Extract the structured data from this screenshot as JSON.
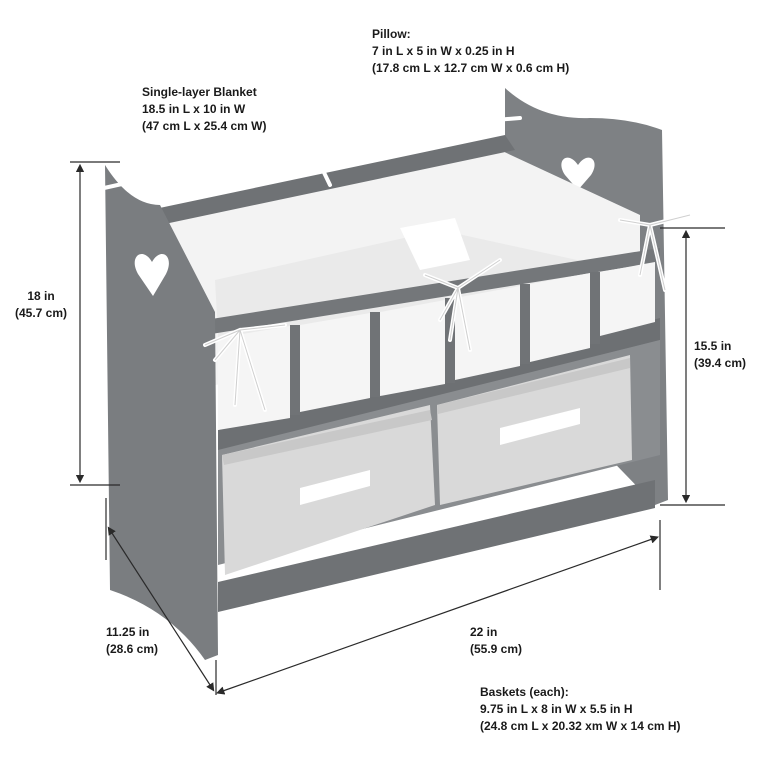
{
  "pillow": {
    "title": "Pillow:",
    "imperial": "7 in L x 5 in W x 0.25 in H",
    "metric": "(17.8 cm L x 12.7 cm W x 0.6 cm H)"
  },
  "blanket": {
    "title": "Single-layer Blanket",
    "imperial": "18.5 in L x 10 in W",
    "metric": "(47 cm L x 25.4 cm W)"
  },
  "height_total": {
    "imperial": "18 in",
    "metric": "(45.7 cm)"
  },
  "height_inner": {
    "imperial": "15.5 in",
    "metric": "(39.4 cm)"
  },
  "depth": {
    "imperial": "11.25 in",
    "metric": "(28.6 cm)"
  },
  "width": {
    "imperial": "22 in",
    "metric": "(55.9 cm)"
  },
  "baskets": {
    "title": "Baskets (each):",
    "imperial": "9.75 in L x 8 in W x 5.5 in H",
    "metric": "(24.8 cm L x 20.32 xm W x 14 cm H)"
  },
  "colors": {
    "frame": "#7a7d80",
    "frame_dark": "#5f6265",
    "fabric": "#f4f4f4",
    "basket": "#dcdcdc",
    "dimension_line": "#2a2a2a"
  }
}
